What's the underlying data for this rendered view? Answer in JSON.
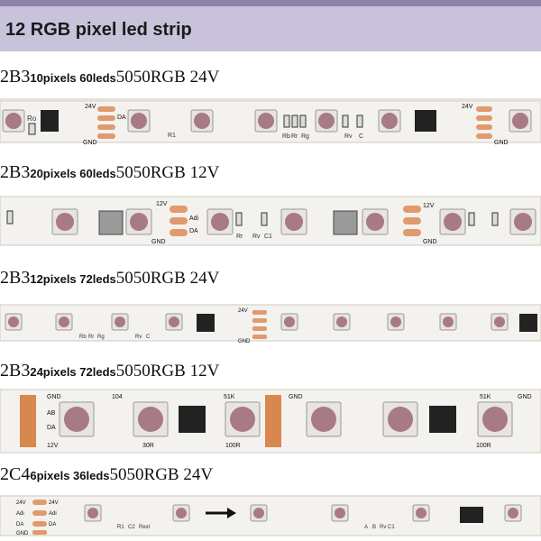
{
  "header": {
    "title": "12 RGB pixel led strip"
  },
  "sections": [
    {
      "code": "2B3",
      "pixels": "10pixels 60leds",
      "spec": "5050RGB  24V"
    },
    {
      "code": "2B3",
      "pixels": "20pixels 60leds",
      "spec": "5050RGB  12V"
    },
    {
      "code": "2B3",
      "pixels": "12pixels 72leds",
      "spec": "5050RGB  24V"
    },
    {
      "code": "2B3",
      "pixels": "24pixels 72leds",
      "spec": "5050RGB  12V"
    },
    {
      "code": "2C4",
      "pixels": "6pixels 36leds",
      "spec": "5050RGB  24V"
    }
  ],
  "pcb_text": {
    "v24": "24V",
    "v12": "12V",
    "a": "A",
    "adi": "Adi",
    "ab": "AB",
    "da": "DA",
    "gnd": "GND",
    "ro": "Ro",
    "rb": "Rb",
    "rr": "Rr",
    "rg": "Rg",
    "rv": "Rv",
    "c": "C",
    "c1": "C1",
    "r": "Rr",
    "r1": "R1",
    "k51": "51K",
    "r104": "104",
    "r30": "30R",
    "r100": "100R",
    "c2": "C2",
    "rext": "Rext",
    "b": "B"
  },
  "colors": {
    "header_band": "#c9c2db",
    "top_bar": "#8d83a8",
    "pcb": "#f2f0ec",
    "pad": "#e09a6e",
    "chip": "#222222",
    "led_lens": "#a77a86"
  }
}
